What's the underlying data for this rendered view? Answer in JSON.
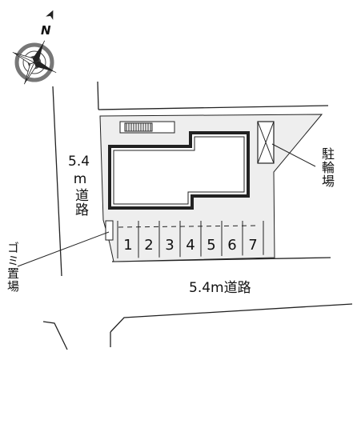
{
  "compass": {
    "north_label": "N",
    "icon": "compass-rose-icon"
  },
  "road_left": {
    "width_label": "5.4",
    "unit_and_name": "m道路"
  },
  "road_bottom": {
    "label": "5.4m道路"
  },
  "bicycle_parking": {
    "label": "駐輪場",
    "icon": "cross-box-icon"
  },
  "garbage": {
    "label": "ゴミ置場"
  },
  "parking": {
    "spaces": [
      "1",
      "2",
      "3",
      "4",
      "5",
      "6",
      "7"
    ]
  },
  "colors": {
    "lot_fill": "#eeeeee",
    "line": "#222222",
    "building_fill": "#ffffff"
  }
}
